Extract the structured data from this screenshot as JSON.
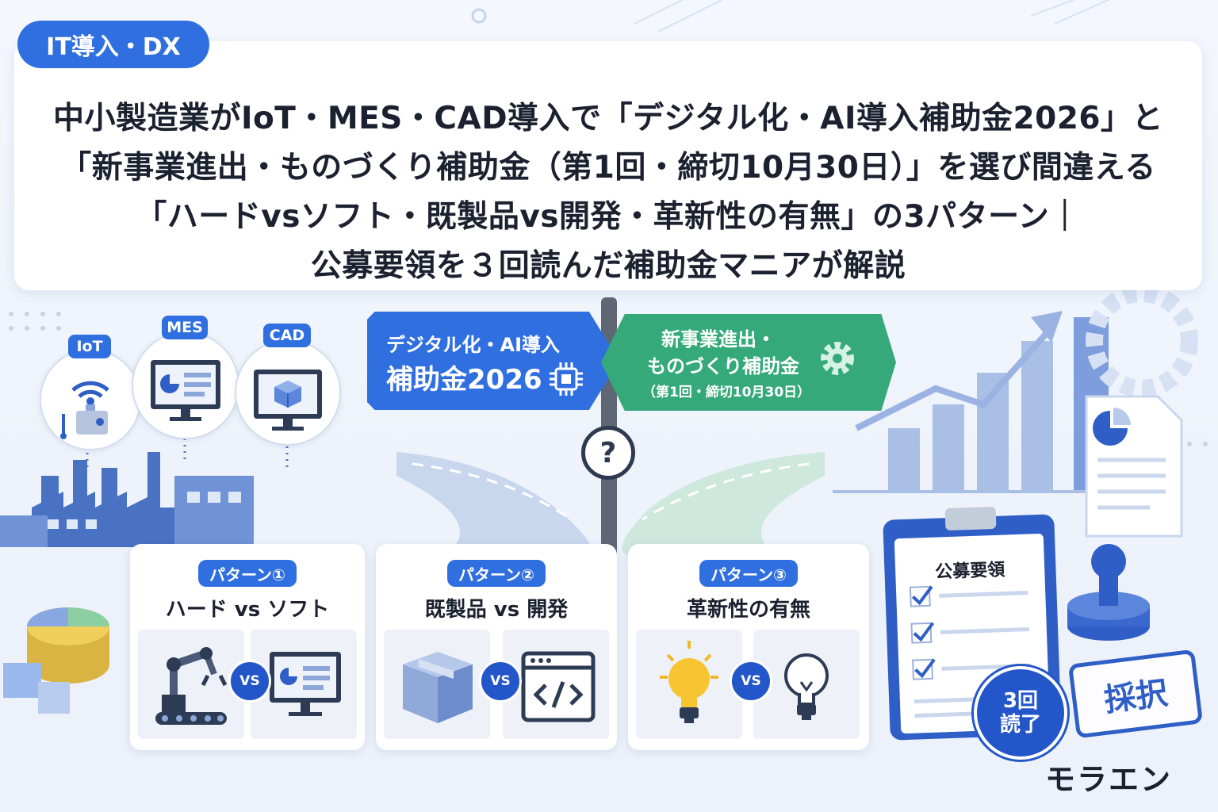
{
  "category": "IT導入・DX",
  "title_lines": [
    "中小製造業がIoT・MES・CAD導入で「デジタル化・AI導入補助金2026」と",
    "「新事業進出・ものづくり補助金（第1回・締切10月30日）」を選び間違える",
    "「ハードvsソフト・既製品vs開発・革新性の有無」の3パターン｜",
    "公募要領を３回読んだ補助金マニアが解説"
  ],
  "tools": [
    "IoT",
    "MES",
    "CAD"
  ],
  "signs": {
    "blue": {
      "line1": "デジタル化・AI導入",
      "line2": "補助金2026",
      "icon": "chip-icon"
    },
    "green": {
      "line1": "新事業進出・",
      "line2": "ものづくり補助金",
      "line3": "（第1回・締切10月30日）",
      "icon": "gear-icon"
    }
  },
  "question": "?",
  "patterns": [
    {
      "tag": "パターン①",
      "title": "ハード vs ソフト",
      "left_icon": "robot-arm-icon",
      "right_icon": "monitor-icon"
    },
    {
      "tag": "パターン②",
      "title": "既製品 vs 開発",
      "left_icon": "box-icon",
      "right_icon": "code-window-icon"
    },
    {
      "tag": "パターン③",
      "title": "革新性の有無",
      "left_icon": "lit-bulb-icon",
      "right_icon": "unlit-bulb-icon"
    }
  ],
  "vs_label": "VS",
  "clipboard": {
    "title": "公募要領"
  },
  "read_badge": {
    "line1": "3回",
    "line2": "読了"
  },
  "stamp": "採択",
  "brand": "モラエン",
  "colors": {
    "primary": "#2f6fe0",
    "green": "#35a97a",
    "dark": "#1c2130"
  }
}
